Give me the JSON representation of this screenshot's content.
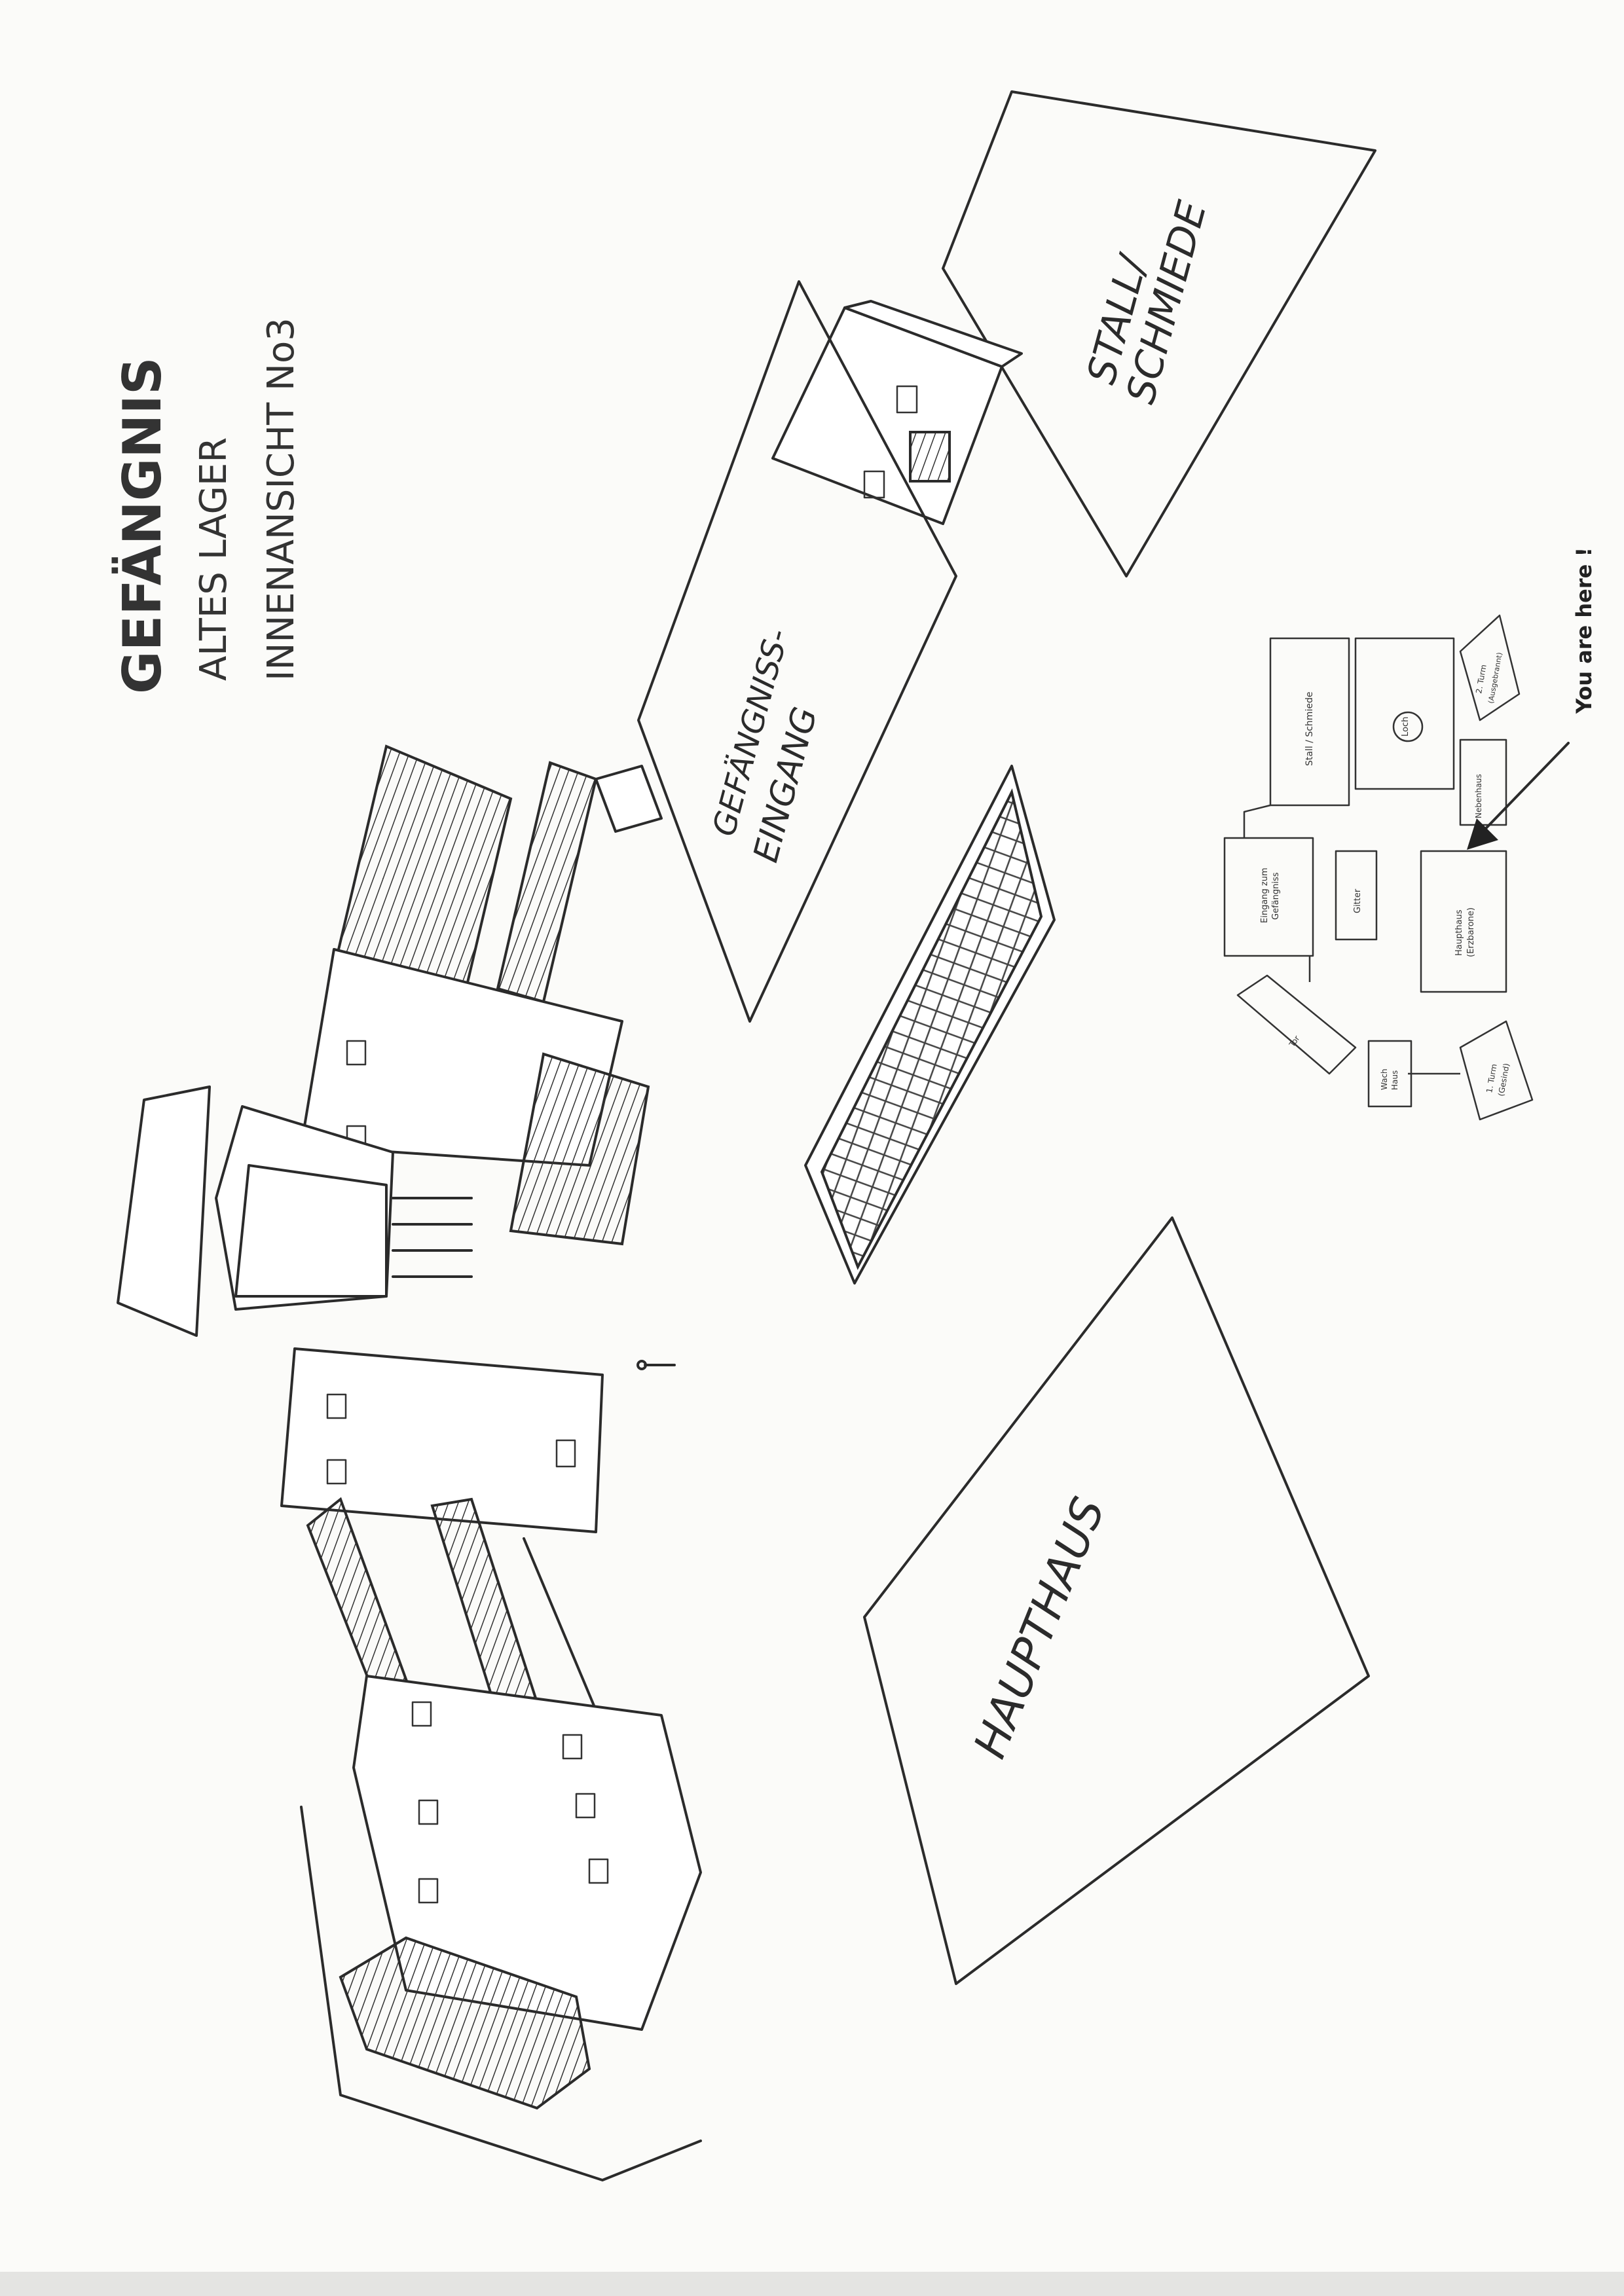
{
  "title": {
    "main": "GEFÄNGNIS",
    "line2": "ALTES LAGER",
    "line3": "INNENANSICHT No3"
  },
  "areas": {
    "stall": "STALL/",
    "schmiede": "SCHMIEDE",
    "gefaengnis_1": "GEFÄNGNISS-",
    "gefaengnis_2": "EINGANG",
    "haupthaus": "HAUPTHAUS"
  },
  "minimap": {
    "stall_schmiede": "Stall / Schmiede",
    "eingang_1": "Eingang zum",
    "eingang_2": "Gefängniss",
    "gitter": "Gitter",
    "haupthaus_1": "Haupthaus",
    "haupthaus_2": "(Erzbarone)",
    "loch": "Loch",
    "turm2_1": "2. Turm",
    "turm2_2": "(Ausgebrannt)",
    "turm1_1": "1. Turm",
    "turm1_2": "(Gesind)",
    "wach_1": "Wach",
    "wach_2": "Haus",
    "nebenhaus": "Nebenhaus",
    "tor": "Tor"
  },
  "marker": {
    "you_are_here": "You are here !"
  }
}
